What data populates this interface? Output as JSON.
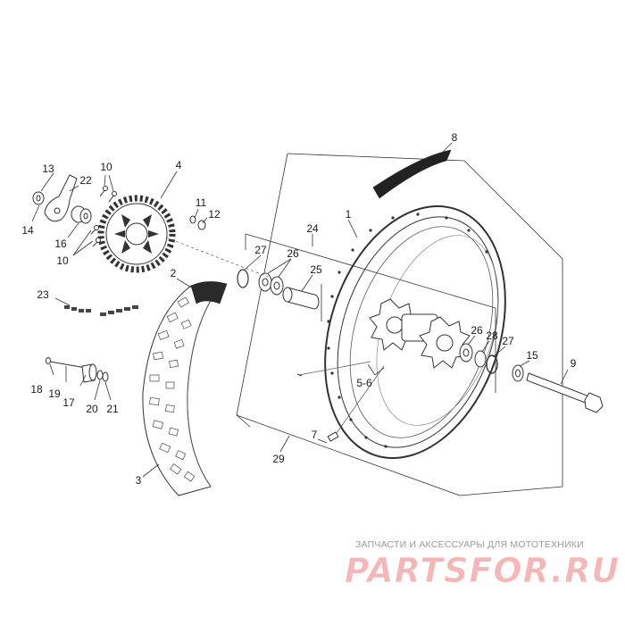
{
  "callouts": [
    {
      "id": "c13",
      "text": "13"
    },
    {
      "id": "c10a",
      "text": "10"
    },
    {
      "id": "c4",
      "text": "4"
    },
    {
      "id": "c22",
      "text": "22"
    },
    {
      "id": "c11",
      "text": "11"
    },
    {
      "id": "c12",
      "text": "12"
    },
    {
      "id": "c14",
      "text": "14"
    },
    {
      "id": "c16",
      "text": "16"
    },
    {
      "id": "c10b",
      "text": "10"
    },
    {
      "id": "c8",
      "text": "8"
    },
    {
      "id": "c1",
      "text": "1"
    },
    {
      "id": "c24",
      "text": "24"
    },
    {
      "id": "c27a",
      "text": "27"
    },
    {
      "id": "c26a",
      "text": "26"
    },
    {
      "id": "c25",
      "text": "25"
    },
    {
      "id": "c2",
      "text": "2"
    },
    {
      "id": "c23",
      "text": "23"
    },
    {
      "id": "c26b",
      "text": "26"
    },
    {
      "id": "c28",
      "text": "28"
    },
    {
      "id": "c27b",
      "text": "27"
    },
    {
      "id": "c15",
      "text": "15"
    },
    {
      "id": "c9",
      "text": "9"
    },
    {
      "id": "c18",
      "text": "18"
    },
    {
      "id": "c19",
      "text": "19"
    },
    {
      "id": "c17",
      "text": "17"
    },
    {
      "id": "c20",
      "text": "20"
    },
    {
      "id": "c21",
      "text": "21"
    },
    {
      "id": "c56",
      "text": "5-6"
    },
    {
      "id": "c7",
      "text": "7"
    },
    {
      "id": "c29",
      "text": "29"
    },
    {
      "id": "c3",
      "text": "3"
    }
  ],
  "watermark": {
    "caption": "ЗАПЧАСТИ И АКСЕССУАРЫ ДЛЯ МОТОТЕХНИКИ",
    "logo_text": "PARTSFOR.RU",
    "logo_color": "#f4b6b6"
  }
}
